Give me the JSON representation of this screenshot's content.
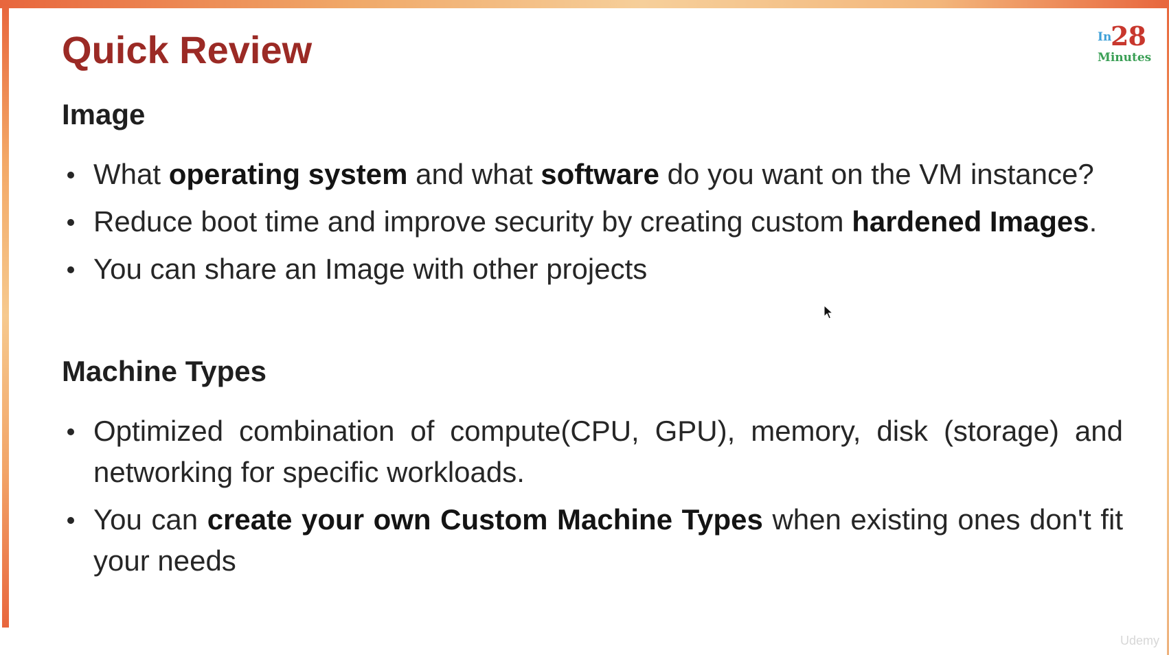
{
  "slide": {
    "title": "Quick Review",
    "logo": {
      "prefix": "In",
      "number": "28",
      "suffix": "Minutes"
    },
    "sections": [
      {
        "heading": "Image",
        "bullets": [
          [
            {
              "text": "What ",
              "bold": false
            },
            {
              "text": "operating system",
              "bold": true
            },
            {
              "text": " and what ",
              "bold": false
            },
            {
              "text": "software",
              "bold": true
            },
            {
              "text": " do you want on the VM instance?",
              "bold": false
            }
          ],
          [
            {
              "text": "Reduce boot time and improve security by creating custom ",
              "bold": false
            },
            {
              "text": "hardened Images",
              "bold": true
            },
            {
              "text": ".",
              "bold": false
            }
          ],
          [
            {
              "text": "You can share an Image with other projects",
              "bold": false
            }
          ]
        ]
      },
      {
        "heading": "Machine Types",
        "bullets": [
          [
            {
              "text": "Optimized combination of compute(CPU, GPU), memory, disk (storage) and networking for specific workloads.",
              "bold": false
            }
          ],
          [
            {
              "text": "You can ",
              "bold": false
            },
            {
              "text": "create your own Custom Machine Types",
              "bold": true
            },
            {
              "text": " when existing ones don't fit your needs",
              "bold": false
            }
          ]
        ]
      }
    ],
    "watermark": "Udemy"
  },
  "colors": {
    "title": "#9b2a25",
    "border_accent": "#e8663d",
    "border_light": "#f6c98e",
    "logo_in": "#3fa0d8",
    "logo_number": "#c8372d",
    "logo_minutes": "#3a9f55"
  },
  "icons": {
    "cursor": "mouse-pointer-icon"
  }
}
